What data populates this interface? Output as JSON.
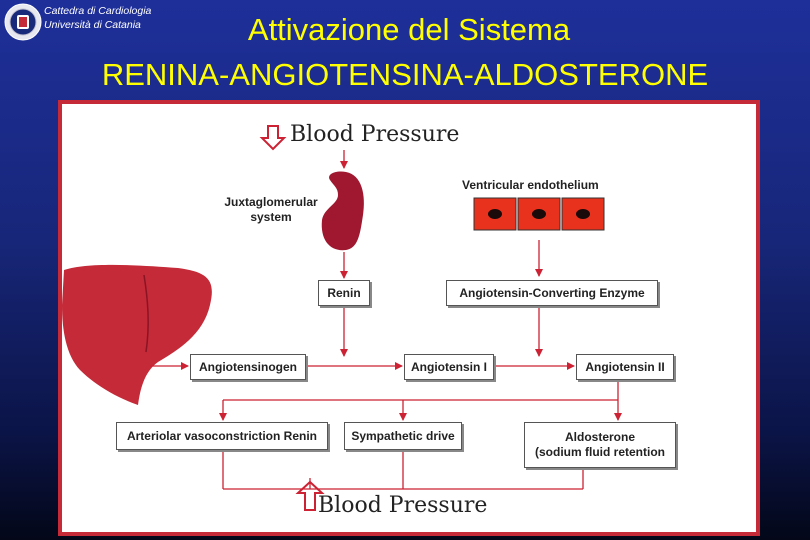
{
  "header": {
    "institution_line1": "Cattedra di Cardiologia",
    "institution_line2": "Università di Catania",
    "title_line1": "Attivazione del Sistema",
    "title_line2": "RENINA-ANGIOTENSINA-ALDOSTERONE"
  },
  "diagram": {
    "top_label": "Blood Pressure",
    "bottom_label": "Blood Pressure",
    "juxta_line1": "Juxtaglomerular",
    "juxta_line2": "system",
    "ventricular_label": "Ventricular endothelium",
    "boxes": {
      "renin": "Renin",
      "ace": "Angiotensin-Converting Enzyme",
      "angiotensinogen": "Angiotensinogen",
      "angiotensin1": "Angiotensin I",
      "angiotensin2": "Angiotensin II",
      "arteriolar": "Arteriolar vasoconstriction Renin",
      "sympathetic": "Sympathetic drive",
      "aldosterone_line1": "Aldosterone",
      "aldosterone_line2": "(sodium fluid retention"
    }
  },
  "colors": {
    "title": "#ffff00",
    "arrow": "#cc2233",
    "organ": "#c42a38",
    "kidney": "#a01830"
  }
}
